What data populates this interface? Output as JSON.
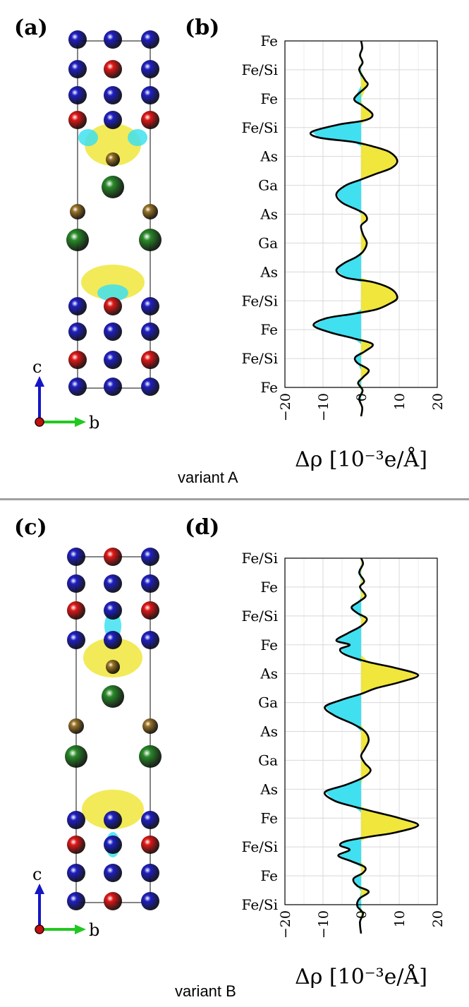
{
  "colors": {
    "Fe": "#1f1fc4",
    "Si": "#e01818",
    "Ga": "#2a8a2a",
    "As": "#9a7428",
    "positive_fill": "#f0e63c",
    "negative_fill": "#40e0f0",
    "curve": "#000000",
    "divider": "#a0a0a0"
  },
  "top": {
    "structure_label": "(a)",
    "plot_label": "(b)",
    "variant_label": "variant A",
    "axis_icon_labels": {
      "c": "c",
      "b": "b"
    },
    "chart_data": {
      "type": "line",
      "xlabel": "Δρ [10⁻³e/Å]",
      "xlim": [
        -20,
        20
      ],
      "xticks": [
        -20,
        -10,
        0,
        10,
        20
      ],
      "ylabels": [
        "Fe",
        "Fe/Si",
        "Fe",
        "Fe/Si",
        "As",
        "Ga",
        "As",
        "Ga",
        "As",
        "Fe/Si",
        "Fe",
        "Fe/Si",
        "Fe"
      ],
      "grid": true,
      "series": [
        {
          "x": [
            0,
            0.3,
            -0.3,
            0.4,
            -0.5,
            1,
            1.6,
            -1.8,
            0.5,
            3,
            1,
            -6,
            -13,
            -11,
            -2,
            3,
            7.5,
            9.5,
            8,
            4,
            0,
            -4,
            -6.5,
            -5,
            -1,
            1,
            1.5,
            0,
            0.5,
            1.5,
            0.5,
            -1.5,
            -4.5,
            -6.5,
            -4,
            3,
            8,
            9.5,
            7.5,
            4,
            -2,
            -9,
            -12.5,
            -8,
            -2,
            3,
            1,
            -1.5,
            -1,
            2,
            0.5,
            -0.8,
            0.4,
            -0.5,
            0.3,
            0
          ],
          "y": [
            0,
            0.25,
            0.5,
            0.75,
            1,
            1.35,
            1.55,
            2.0,
            2.25,
            2.55,
            2.75,
            2.9,
            3.15,
            3.35,
            3.5,
            3.65,
            3.85,
            4.15,
            4.4,
            4.6,
            4.8,
            5.0,
            5.3,
            5.6,
            5.85,
            6.0,
            6.2,
            6.4,
            6.7,
            7.0,
            7.3,
            7.5,
            7.7,
            7.95,
            8.2,
            8.35,
            8.6,
            8.9,
            9.1,
            9.3,
            9.45,
            9.6,
            9.85,
            10.1,
            10.3,
            10.5,
            10.75,
            10.95,
            11.15,
            11.4,
            11.65,
            11.85,
            12.1,
            12.4,
            12.7,
            13.0
          ]
        }
      ]
    }
  },
  "bottom": {
    "structure_label": "(c)",
    "plot_label": "(d)",
    "variant_label": "variant B",
    "axis_icon_labels": {
      "c": "c",
      "b": "b"
    },
    "chart_data": {
      "type": "line",
      "xlabel": "Δρ [10⁻³e/Å]",
      "xlim": [
        -20,
        20
      ],
      "xticks": [
        -20,
        -10,
        0,
        10,
        20
      ],
      "ylabels": [
        "Fe/Si",
        "Fe",
        "Fe/Si",
        "Fe",
        "As",
        "Ga",
        "As",
        "Ga",
        "As",
        "Fe",
        "Fe/Si",
        "Fe",
        "Fe/Si"
      ],
      "grid": true,
      "series": [
        {
          "x": [
            0,
            0.5,
            -0.5,
            0.8,
            -0.3,
            1.2,
            -0.5,
            -2.5,
            -1,
            1.5,
            0,
            -3.5,
            -6.5,
            -3,
            -5.5,
            -4,
            2,
            9,
            15,
            10,
            4,
            0,
            -5,
            -9.5,
            -7,
            -2,
            1,
            2,
            1,
            0,
            1,
            2.5,
            0.5,
            -4,
            -9.5,
            -7,
            -2,
            4,
            10,
            15,
            9,
            2,
            -4,
            -5.5,
            -3,
            -6,
            -2.5,
            1,
            0.5,
            -2,
            -1,
            2,
            -0.5,
            -1,
            0.5,
            -0.3,
            0
          ],
          "y": [
            0,
            0.2,
            0.5,
            0.8,
            1.0,
            1.3,
            1.5,
            1.7,
            1.9,
            2.1,
            2.35,
            2.6,
            2.85,
            3.0,
            3.15,
            3.35,
            3.6,
            3.8,
            4.05,
            4.3,
            4.5,
            4.7,
            4.9,
            5.15,
            5.45,
            5.75,
            6.0,
            6.3,
            6.6,
            6.85,
            7.1,
            7.35,
            7.6,
            7.85,
            8.1,
            8.4,
            8.6,
            8.8,
            9.0,
            9.25,
            9.5,
            9.65,
            9.8,
            9.95,
            10.1,
            10.3,
            10.5,
            10.7,
            10.9,
            11.1,
            11.35,
            11.55,
            11.8,
            12.05,
            12.3,
            12.6,
            13.0
          ]
        }
      ]
    }
  }
}
